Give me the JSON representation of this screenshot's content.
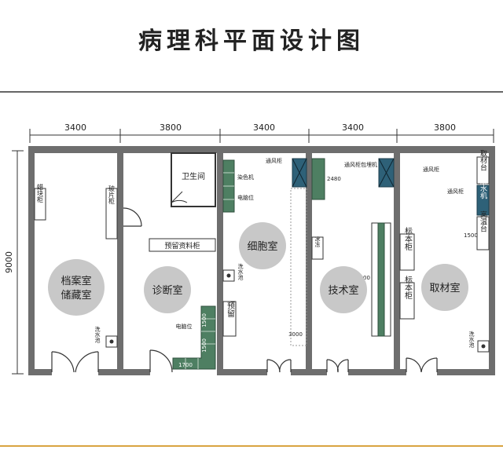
{
  "title": "病理科平面设计图",
  "dimensions": {
    "widths": [
      "3400",
      "3800",
      "3400",
      "3400",
      "3800"
    ],
    "height": "9000",
    "inner": [
      "2480",
      "5000",
      "1500",
      "3000",
      "1500",
      "1700",
      "1500"
    ]
  },
  "rooms": {
    "archive_line1": "档案室",
    "archive_line2": "储藏室",
    "diagnosis": "诊断室",
    "cell": "细胞室",
    "technical": "技术室",
    "sampling": "取材室"
  },
  "labels": {
    "wax_cabinet": "蜡块柜",
    "slide_cabinet": "玻片柜",
    "toilet": "卫生间",
    "data_cabinet": "预留资料柜",
    "reserve": "预留",
    "stainer": "染色机",
    "computer": "电脑位",
    "vent_cabinet": "通风柜",
    "embed_vent": "通风柜包埋机",
    "freeze": "冰冻",
    "specimen": "标本柜",
    "cutting_table": "取材台",
    "dehydrator": "脱水机",
    "high_temp": "高温台",
    "sink": "洗水池"
  }
}
